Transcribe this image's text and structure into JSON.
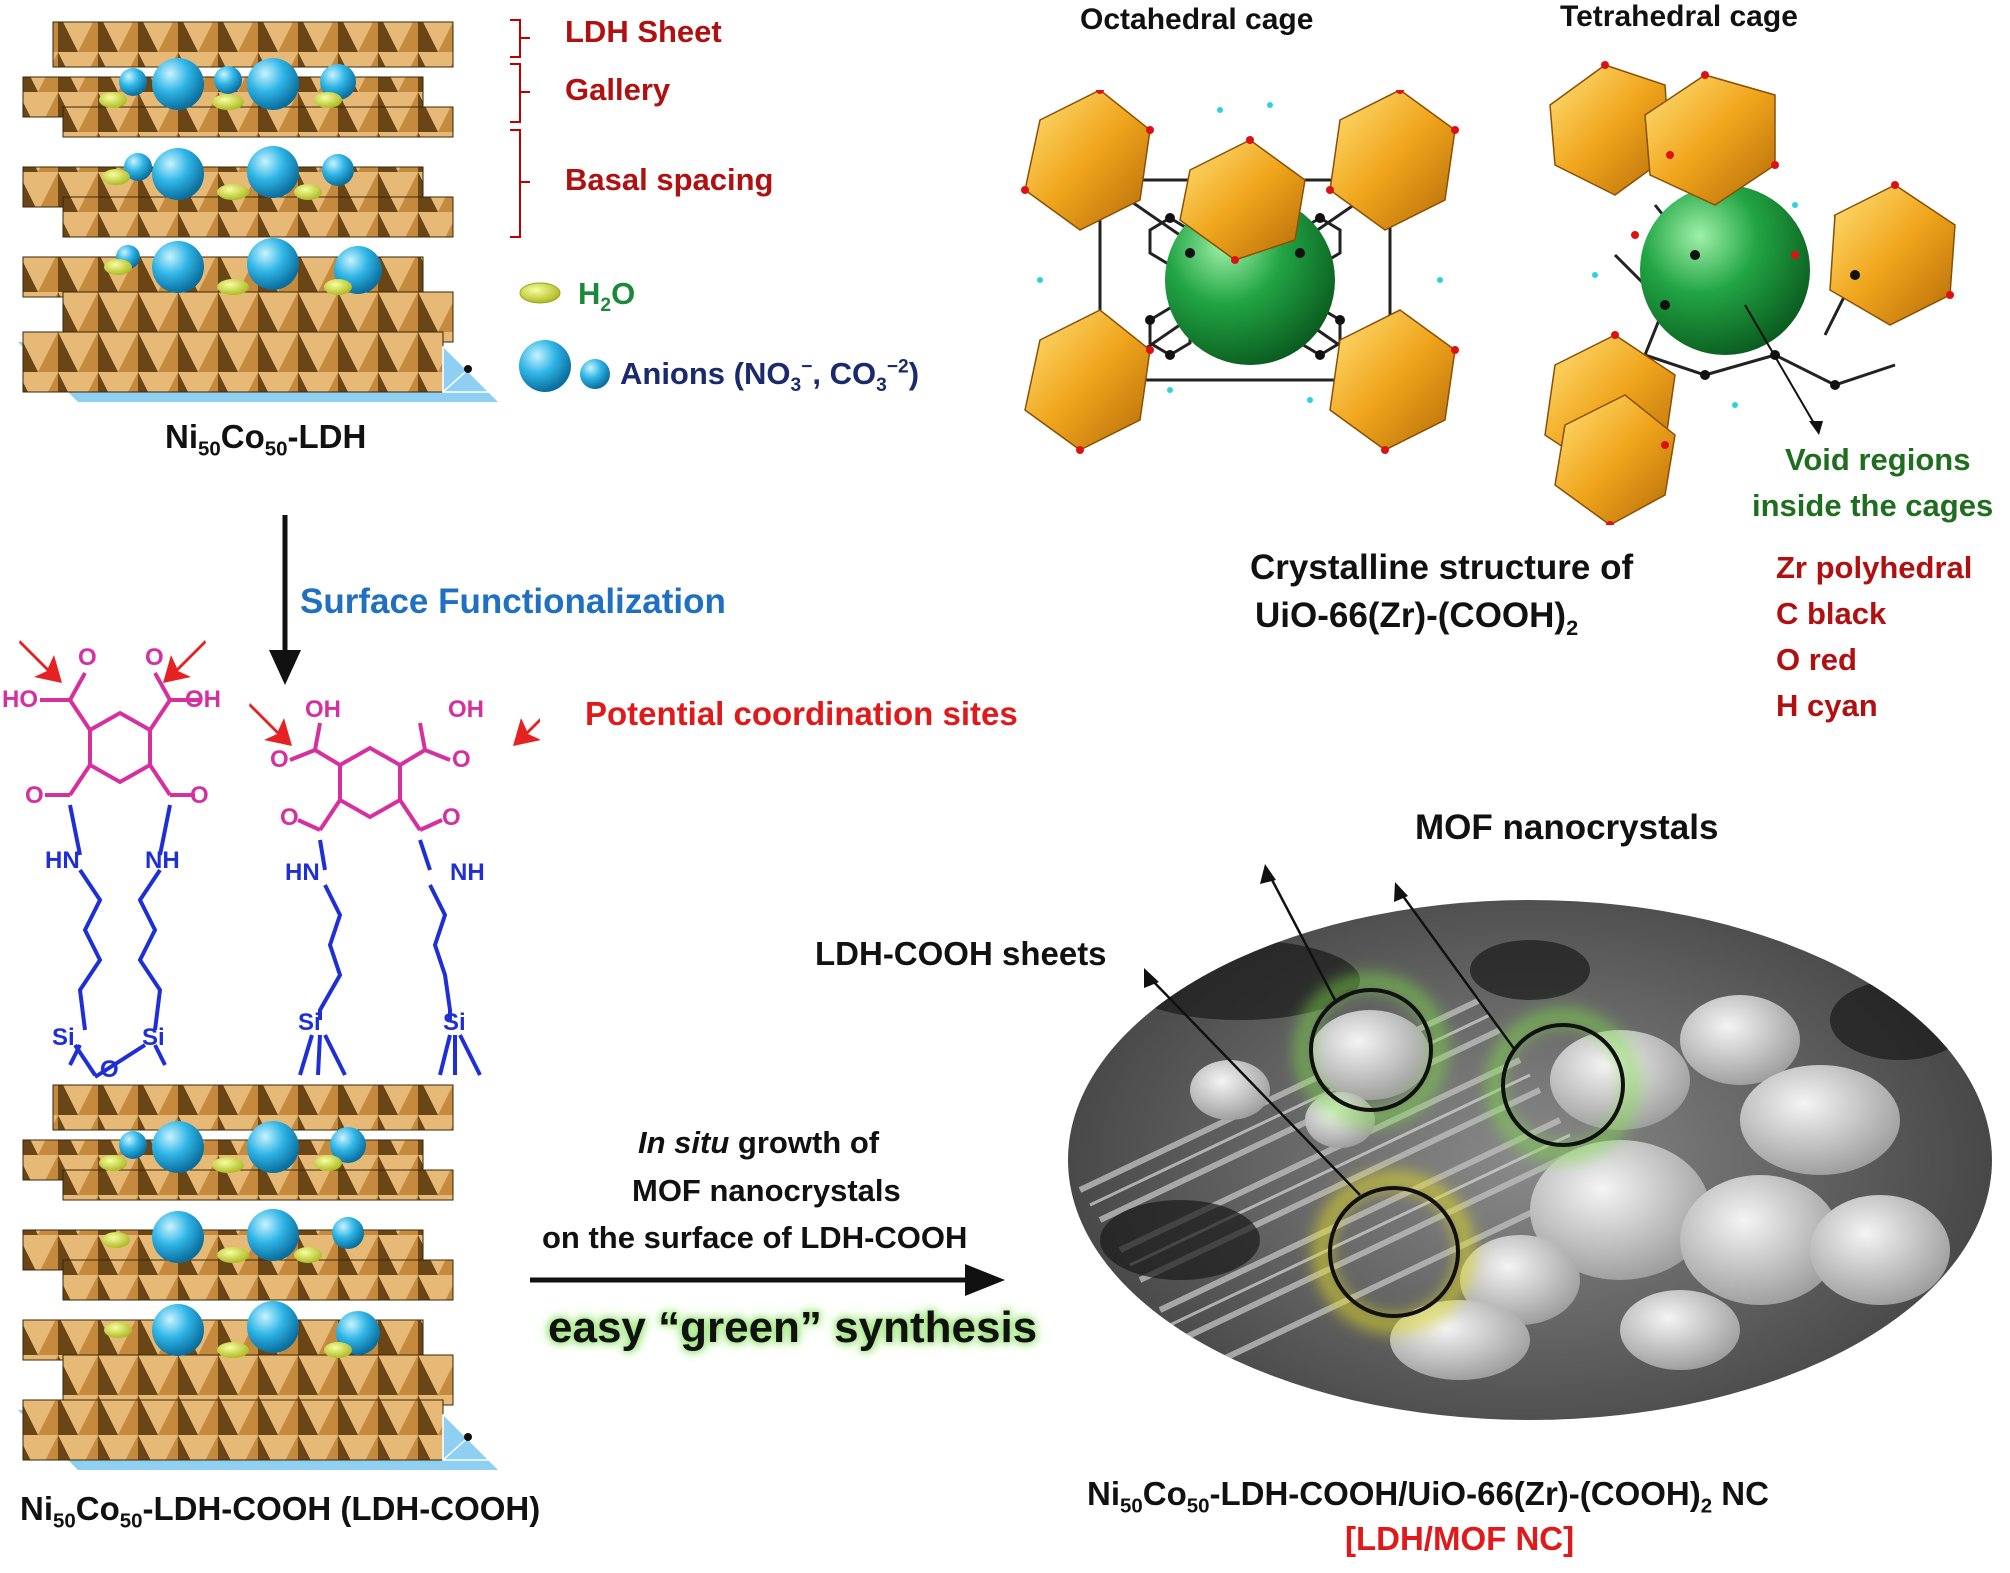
{
  "ldh_top": {
    "label_ldh_sheet": "LDH Sheet",
    "label_gallery": "Gallery",
    "label_basal_spacing": "Basal spacing",
    "legend_water_main": "H",
    "legend_water_sub": "2",
    "legend_water_tail": "O",
    "legend_anions_main": "Anions (NO",
    "legend_anions_sub1": "3",
    "legend_anions_sup1": "−",
    "legend_anions_mid": ", CO",
    "legend_anions_sub2": "3",
    "legend_anions_sup2": "−2",
    "legend_anions_tail": ")",
    "caption_ni": "Ni",
    "caption_ni_sub": "50",
    "caption_co": "Co",
    "caption_co_sub": "50",
    "caption_tail": "-LDH"
  },
  "step1": {
    "label": "Surface Functionalization"
  },
  "coordination": {
    "label": "Potential coordination sites"
  },
  "molecule_labels": {
    "ho": "HO",
    "oh": "OH",
    "o": "O",
    "hn": "HN",
    "nh": "NH",
    "si": "Si"
  },
  "ldh_bottom": {
    "caption_ni": "Ni",
    "caption_ni_sub": "50",
    "caption_co": "Co",
    "caption_co_sub": "50",
    "caption_tail": "-LDH-COOH (LDH-COOH)"
  },
  "mof": {
    "octahedral": "Octahedral cage",
    "tetrahedral": "Tetrahedral cage",
    "void_line1": "Void regions",
    "void_line2": "inside the cages",
    "caption_line1": "Crystalline structure of",
    "caption_line2_main": "UiO-66(Zr)-(COOH)",
    "caption_line2_sub": "2",
    "legend": [
      "Zr polyhedral",
      "C black",
      "O red",
      "H cyan"
    ]
  },
  "step2": {
    "line1_italic": "In situ",
    "line1_rest": " growth of",
    "line2": "MOF nanocrystals",
    "line3": "on the surface of LDH-COOH",
    "green_label": "easy “green” synthesis"
  },
  "sem": {
    "mof_label": "MOF nanocrystals",
    "sheets_label": "LDH-COOH sheets",
    "caption_ni": "Ni",
    "caption_ni_sub": "50",
    "caption_co": "Co",
    "caption_co_sub": "50",
    "caption_mid": "-LDH-COOH/UiO-66(Zr)-(COOH)",
    "caption_mid_sub": "2",
    "caption_tail": " NC",
    "caption_line2": "[LDH/MOF NC]"
  },
  "colors": {
    "ldh_sheet": "#b97a2e",
    "anion": "#2fb5e6",
    "water": "#d8e62a",
    "molecule_acid": "#d62fa0",
    "molecule_linker": "#1f2fd6",
    "zr_polyhedra": "#f0a51c",
    "void_sphere": "#1f9a3a"
  }
}
